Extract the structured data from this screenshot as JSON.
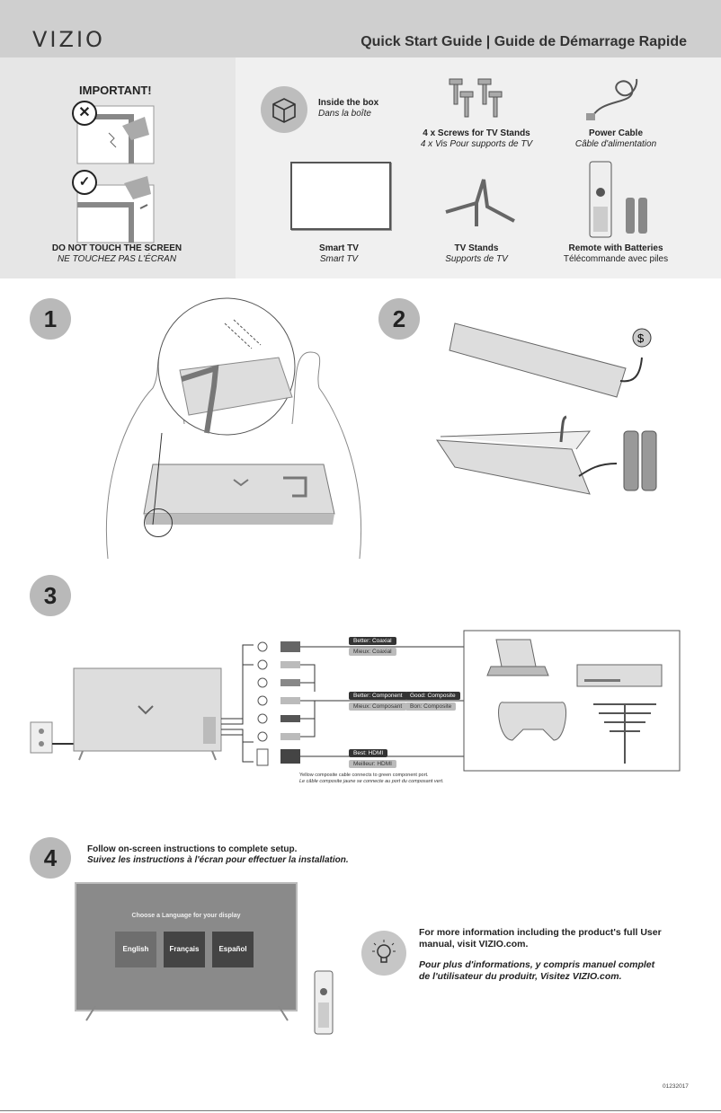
{
  "header": {
    "logo": "VIZIO",
    "title": "Quick Start Guide | Guide de Démarrage Rapide"
  },
  "important": {
    "heading": "IMPORTANT!",
    "warning_en": "DO NOT TOUCH THE SCREEN",
    "warning_fr": "NE TOUCHEZ PAS L'ÉCRAN"
  },
  "box": {
    "title_en": "Inside the box",
    "title_fr": "Dans la boîte",
    "items": [
      {
        "en": "4 x Screws for TV Stands",
        "fr": "4 x Vis Pour supports de TV"
      },
      {
        "en": "Power Cable",
        "fr": "Câble d'alimentation"
      },
      {
        "en": "Smart TV",
        "fr": "Smart TV"
      },
      {
        "en": "TV Stands",
        "fr": "Supports de TV"
      },
      {
        "en": "Remote with Batteries",
        "fr": "Télécommande avec piles"
      }
    ]
  },
  "steps": {
    "s1": "1",
    "s2": "2",
    "s3": "3",
    "s4": "4"
  },
  "step3": {
    "coax_en": "Better: Coaxial",
    "coax_fr": "Mieux: Coaxial",
    "comp_en": "Better: Component",
    "comp_fr": "Mieux: Composant",
    "compo_en": "Good: Composite",
    "compo_fr": "Bon: Composite",
    "hdmi_en": "Best: HDMI",
    "hdmi_fr": "Meilleur: HDMI",
    "note_en": "Yellow composite cable connects to green component port.",
    "note_fr": "Le câble composite jaune se connecte au port du composant vert."
  },
  "step4": {
    "instr_en": "Follow on-screen instructions to complete setup.",
    "instr_fr": "Suivez les instructions à l'écran pour effectuer la installation.",
    "screen_title": "Choose a Language for your display",
    "langs": [
      "English",
      "Français",
      "Español"
    ]
  },
  "info": {
    "en": "For more information including the product's full User manual, visit VIZIO.com.",
    "fr": "Pour plus d'informations, y compris manuel complet de l'utilisateur du produitr, Visitez VIZIO.com."
  },
  "footer": {
    "code": "01232017"
  }
}
